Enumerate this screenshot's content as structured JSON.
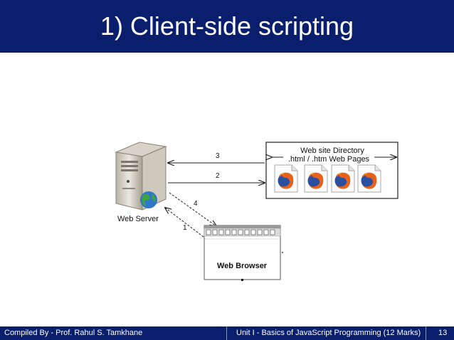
{
  "slide": {
    "title": "1) Client-side scripting"
  },
  "diagram": {
    "server_label": "Web Server",
    "directory_title": "Web site Directory",
    "directory_subtitle": ".html / .htm Web Pages",
    "browser_label": "Web Browser",
    "arrow_labels": [
      "3",
      "2",
      "4",
      "1"
    ],
    "page_icon": "firefox-file-icon"
  },
  "footer": {
    "author": "Compiled By - Prof. Rahul S. Tamkhane",
    "unit": "Unit  I - Basics of JavaScript Programming (12 Marks)",
    "page_number": "13"
  },
  "colors": {
    "title_bar": "#0a1e6e",
    "footer_bar": "#0a1e6e",
    "firefox_orange": "#e8611a",
    "firefox_blue": "#2a4fa0"
  }
}
